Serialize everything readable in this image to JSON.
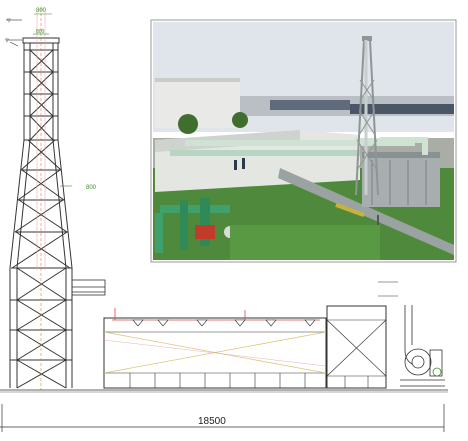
{
  "drawing": {
    "top_width_label": "800",
    "mid_width_label": "800",
    "overall_length": "18500"
  },
  "photo": {
    "subject": "Emission stack and treatment unit photo"
  },
  "colors": {
    "line": "#333333",
    "dim_green": "#3a8a2a",
    "dim_orange": "#d08a20",
    "cross_brace": "#d8c87a",
    "cross_brace_pink": "#e39bb0",
    "sky": "#dfe5ea",
    "grass": "#4f8a3c",
    "pipe": "#d9ddd8",
    "stack_steel": "#9aa3a2"
  }
}
